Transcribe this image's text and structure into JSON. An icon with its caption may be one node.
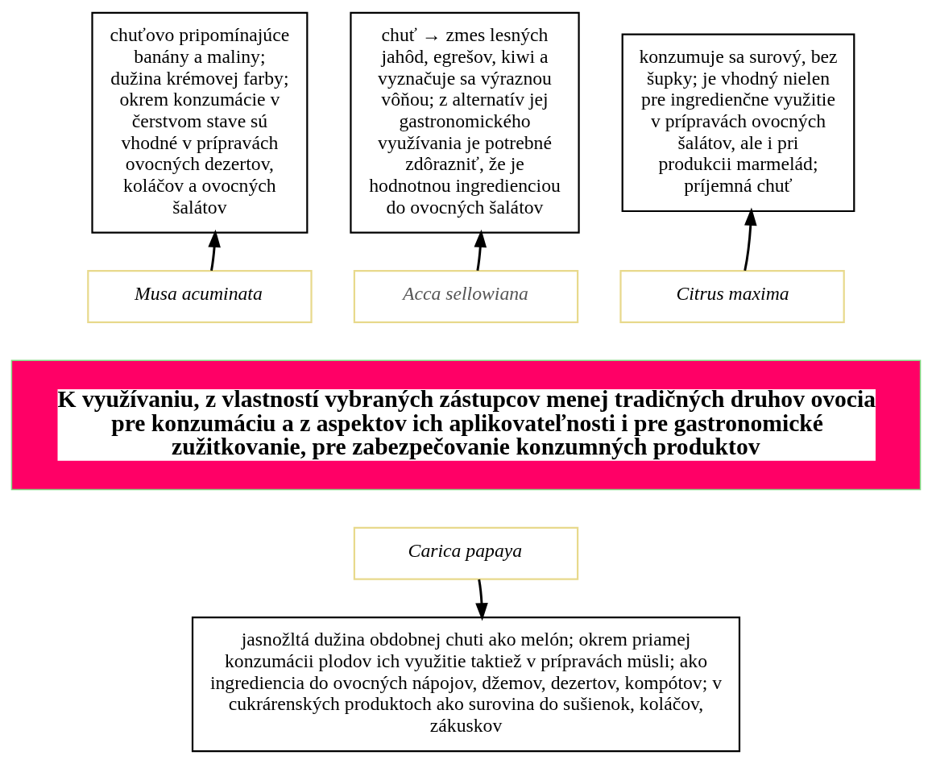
{
  "diagram": {
    "nodes": [
      {
        "text": [
          "chuťovo pripomínajúce banány a maliny; dužina krémovej farby; okrem konzumácie v čerstvom stave sú vhodné v prípravách ovocných dezertov, koláčov a ovocných šalátov"
        ]
      },
      {
        "text": [
          "chuť → zmes lesných jahôd, egrešov, kiwi a vyznačuje sa výraznou vôňou; z alternatív jej gastronomického využívania je potrebné zdôrazniť, že je hodnotnou ingredienciou do ovocných šalátov"
        ]
      },
      {
        "text": [
          "konzumuje sa surový, bez šupky; je vhodný nielen pre ingredienčne využitie v prípravách ovocných šalátov, ale i pri produkcii marmelád; príjemná chuť"
        ]
      },
      {
        "text": [
          "Musa acuminata"
        ]
      },
      {
        "text": [
          "Acca sellowiana"
        ]
      },
      {
        "text": [
          "Citrus maxima"
        ]
      },
      {
        "text": [
          "K využívaniu, z vlastností vybraných zástupcov menej tradičných druhov ovocia pre konzumáciu a z aspektov ich aplikovateľnosti i pre gastronomické zužitkovanie, pre zabezpečovanie konzumných produktov"
        ]
      },
      {
        "text": [
          "Carica papaya"
        ]
      },
      {
        "text": [
          "jasnožltá dužina obdobnej chuti ako melón; okrem priamej konzumácii plodov ich využitie taktiež v prípravách müsli; ako ingrediencia do ovocných nápojov, džemov, dezertov, kompótov; v cukrárenských produktoch ako surovina do sušienok, koláčov, zákuskov"
        ]
      }
    ],
    "edges": [
      {
        "from": 3,
        "to": 0,
        "arrow": "to"
      },
      {
        "from": 4,
        "to": 1,
        "arrow": "to"
      },
      {
        "from": 5,
        "to": 2,
        "arrow": "to"
      },
      {
        "from": 7,
        "to": 8,
        "arrow": "to"
      }
    ]
  }
}
